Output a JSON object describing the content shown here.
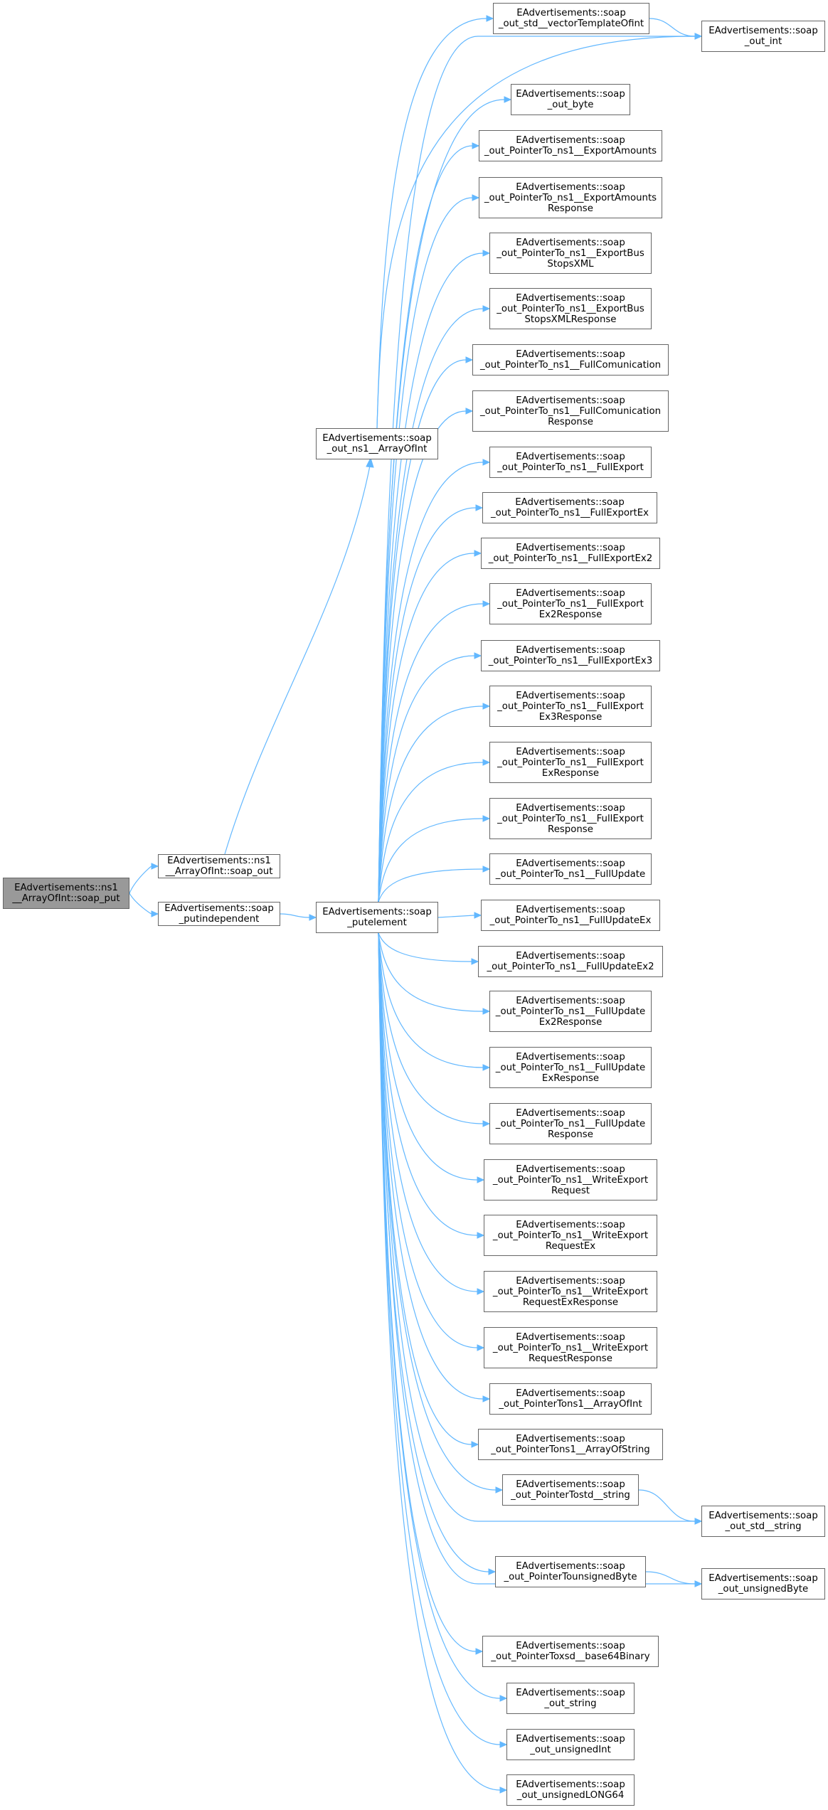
{
  "colors": {
    "edge": "#63b8ff",
    "node_border": "#666666",
    "root_fill": "#999999",
    "node_fill": "#ffffff"
  },
  "nodes": [
    {
      "id": "root",
      "label": "EAdvertisements::ns1\n__ArrayOfInt::soap_put"
    },
    {
      "id": "n1",
      "label": "EAdvertisements::ns1\n__ArrayOfInt::soap_out"
    },
    {
      "id": "n2",
      "label": "EAdvertisements::soap\n_putindependent"
    },
    {
      "id": "n3",
      "label": "EAdvertisements::soap\n_out_ns1__ArrayOfInt"
    },
    {
      "id": "n4",
      "label": "EAdvertisements::soap\n_putelement"
    },
    {
      "id": "t0",
      "label": "EAdvertisements::soap\n_out_std__vectorTemplateOfint"
    },
    {
      "id": "int",
      "label": "EAdvertisements::soap\n_out_int"
    },
    {
      "id": "t1",
      "label": "EAdvertisements::soap\n_out_byte"
    },
    {
      "id": "t2",
      "label": "EAdvertisements::soap\n_out_PointerTo_ns1__ExportAmounts"
    },
    {
      "id": "t3",
      "label": "EAdvertisements::soap\n_out_PointerTo_ns1__ExportAmounts\nResponse"
    },
    {
      "id": "t4",
      "label": "EAdvertisements::soap\n_out_PointerTo_ns1__ExportBus\nStopsXML"
    },
    {
      "id": "t5",
      "label": "EAdvertisements::soap\n_out_PointerTo_ns1__ExportBus\nStopsXMLResponse"
    },
    {
      "id": "t6",
      "label": "EAdvertisements::soap\n_out_PointerTo_ns1__FullComunication"
    },
    {
      "id": "t7",
      "label": "EAdvertisements::soap\n_out_PointerTo_ns1__FullComunication\nResponse"
    },
    {
      "id": "t8",
      "label": "EAdvertisements::soap\n_out_PointerTo_ns1__FullExport"
    },
    {
      "id": "t9",
      "label": "EAdvertisements::soap\n_out_PointerTo_ns1__FullExportEx"
    },
    {
      "id": "t10",
      "label": "EAdvertisements::soap\n_out_PointerTo_ns1__FullExportEx2"
    },
    {
      "id": "t11",
      "label": "EAdvertisements::soap\n_out_PointerTo_ns1__FullExport\nEx2Response"
    },
    {
      "id": "t12",
      "label": "EAdvertisements::soap\n_out_PointerTo_ns1__FullExportEx3"
    },
    {
      "id": "t13",
      "label": "EAdvertisements::soap\n_out_PointerTo_ns1__FullExport\nEx3Response"
    },
    {
      "id": "t14",
      "label": "EAdvertisements::soap\n_out_PointerTo_ns1__FullExport\nExResponse"
    },
    {
      "id": "t15",
      "label": "EAdvertisements::soap\n_out_PointerTo_ns1__FullExport\nResponse"
    },
    {
      "id": "t16",
      "label": "EAdvertisements::soap\n_out_PointerTo_ns1__FullUpdate"
    },
    {
      "id": "t17",
      "label": "EAdvertisements::soap\n_out_PointerTo_ns1__FullUpdateEx"
    },
    {
      "id": "t18",
      "label": "EAdvertisements::soap\n_out_PointerTo_ns1__FullUpdateEx2"
    },
    {
      "id": "t19",
      "label": "EAdvertisements::soap\n_out_PointerTo_ns1__FullUpdate\nEx2Response"
    },
    {
      "id": "t20",
      "label": "EAdvertisements::soap\n_out_PointerTo_ns1__FullUpdate\nExResponse"
    },
    {
      "id": "t21",
      "label": "EAdvertisements::soap\n_out_PointerTo_ns1__FullUpdate\nResponse"
    },
    {
      "id": "t22",
      "label": "EAdvertisements::soap\n_out_PointerTo_ns1__WriteExport\nRequest"
    },
    {
      "id": "t23",
      "label": "EAdvertisements::soap\n_out_PointerTo_ns1__WriteExport\nRequestEx"
    },
    {
      "id": "t24",
      "label": "EAdvertisements::soap\n_out_PointerTo_ns1__WriteExport\nRequestExResponse"
    },
    {
      "id": "t25",
      "label": "EAdvertisements::soap\n_out_PointerTo_ns1__WriteExport\nRequestResponse"
    },
    {
      "id": "t26",
      "label": "EAdvertisements::soap\n_out_PointerTons1__ArrayOfInt"
    },
    {
      "id": "t27",
      "label": "EAdvertisements::soap\n_out_PointerTons1__ArrayOfString"
    },
    {
      "id": "t28",
      "label": "EAdvertisements::soap\n_out_PointerTostd__string"
    },
    {
      "id": "stds",
      "label": "EAdvertisements::soap\n_out_std__string"
    },
    {
      "id": "t29",
      "label": "EAdvertisements::soap\n_out_PointerTounsignedByte"
    },
    {
      "id": "ubyte",
      "label": "EAdvertisements::soap\n_out_unsignedByte"
    },
    {
      "id": "t30",
      "label": "EAdvertisements::soap\n_out_PointerToxsd__base64Binary"
    },
    {
      "id": "t31",
      "label": "EAdvertisements::soap\n_out_string"
    },
    {
      "id": "t32",
      "label": "EAdvertisements::soap\n_out_unsignedInt"
    },
    {
      "id": "t33",
      "label": "EAdvertisements::soap\n_out_unsignedLONG64"
    }
  ],
  "edges": [
    [
      "root",
      "n1"
    ],
    [
      "root",
      "n2"
    ],
    [
      "n1",
      "n3"
    ],
    [
      "n2",
      "n4"
    ],
    [
      "n3",
      "t0"
    ],
    [
      "n3",
      "int"
    ],
    [
      "t0",
      "int"
    ],
    [
      "n4",
      "int"
    ],
    [
      "n4",
      "t1"
    ],
    [
      "n4",
      "t2"
    ],
    [
      "n4",
      "t3"
    ],
    [
      "n4",
      "t4"
    ],
    [
      "n4",
      "t5"
    ],
    [
      "n4",
      "t6"
    ],
    [
      "n4",
      "t7"
    ],
    [
      "n4",
      "t8"
    ],
    [
      "n4",
      "t9"
    ],
    [
      "n4",
      "t10"
    ],
    [
      "n4",
      "t11"
    ],
    [
      "n4",
      "t12"
    ],
    [
      "n4",
      "t13"
    ],
    [
      "n4",
      "t14"
    ],
    [
      "n4",
      "t15"
    ],
    [
      "n4",
      "t16"
    ],
    [
      "n4",
      "t17"
    ],
    [
      "n4",
      "t18"
    ],
    [
      "n4",
      "t19"
    ],
    [
      "n4",
      "t20"
    ],
    [
      "n4",
      "t21"
    ],
    [
      "n4",
      "t22"
    ],
    [
      "n4",
      "t23"
    ],
    [
      "n4",
      "t24"
    ],
    [
      "n4",
      "t25"
    ],
    [
      "n4",
      "t26"
    ],
    [
      "n4",
      "t27"
    ],
    [
      "n4",
      "t28"
    ],
    [
      "n4",
      "stds"
    ],
    [
      "n4",
      "t29"
    ],
    [
      "n4",
      "ubyte"
    ],
    [
      "n4",
      "t30"
    ],
    [
      "n4",
      "t31"
    ],
    [
      "n4",
      "t32"
    ],
    [
      "n4",
      "t33"
    ],
    [
      "t28",
      "stds"
    ],
    [
      "t29",
      "ubyte"
    ]
  ]
}
